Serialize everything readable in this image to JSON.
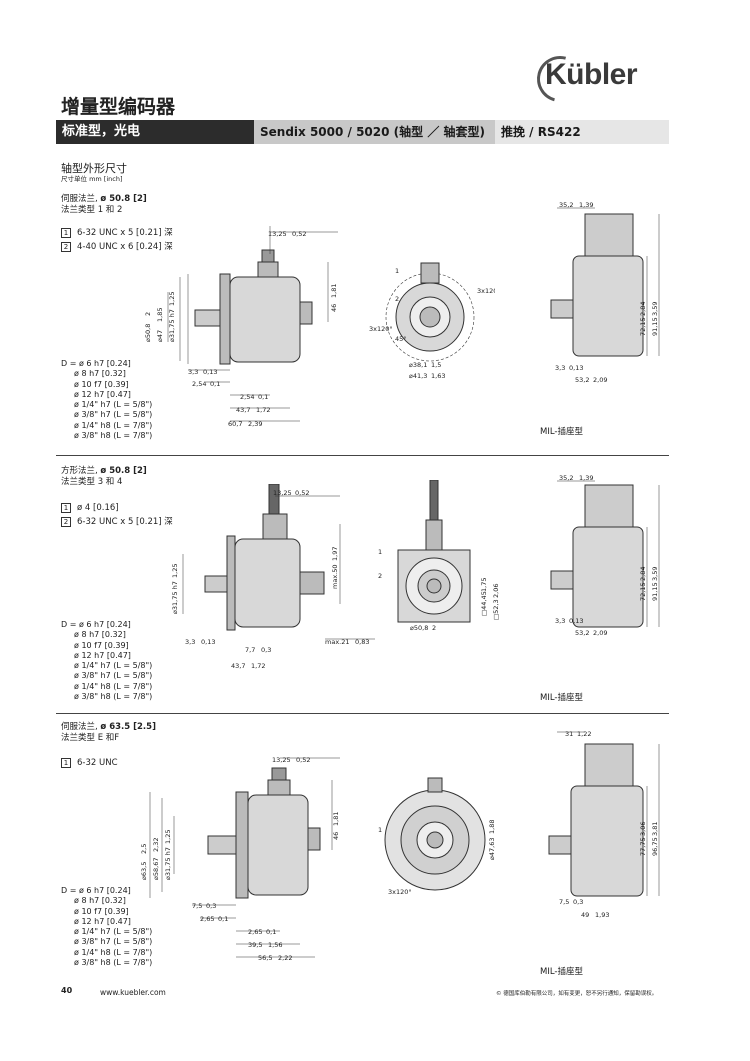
{
  "brand": {
    "logo": "Kübler"
  },
  "page_title": "增量型编码器",
  "header": {
    "cat": "标准型，光电",
    "model": "Sendix 5000 / 5020 (轴型 ／ 轴套型)",
    "output": "推挽 / RS422"
  },
  "intro": {
    "title": "轴型外形尺寸",
    "unit": "尺寸单位 mm [inch]"
  },
  "sections": [
    {
      "name_prefix": "伺服法兰,",
      "name_dim": "ø 50.8 [2]",
      "flange": "法兰类型 1 和 2",
      "notes": [
        {
          "num": "1",
          "text": "6-32 UNC x 5 [0.21] 深"
        },
        {
          "num": "2",
          "text": "4-40 UNC x 6 [0.24] 深"
        }
      ],
      "d_list": [
        "D = ø 6 h7 [0.24]",
        "ø 8 h7 [0.32]",
        "ø 10 f7 [0.39]",
        "ø 12 h7 [0.47]",
        "ø 1/4\" h7 (L = 5/8\")",
        "ø 3/8\" h7 (L = 5/8\")",
        "ø 1/4\" h8 (L = 7/8\")",
        "ø 3/8\" h8 (L = 7/8\")"
      ],
      "mil": "MIL-插座型",
      "dims": {
        "a": "13,25",
        "a_in": "0,52",
        "b": "46",
        "b_in": "1,81",
        "c": "3,3",
        "c_in": "0,13",
        "d": "2,54",
        "d_in": "0,1",
        "e": "2,54",
        "e_in": "0,1",
        "f": "43,7",
        "f_in": "1,72",
        "g": "60,7",
        "g_in": "2,39",
        "h": "⌀50,8",
        "h_in": "2",
        "i": "⌀47",
        "i_in": "1,85",
        "j": "⌀31,75 h7",
        "j_in": "1,25",
        "k": "⌀38,1",
        "k_in": "1,5",
        "l": "⌀41,3",
        "l_in": "1,63",
        "m": "35,2",
        "m_in": "1,39",
        "n": "72,15",
        "n_in": "2,84",
        "o": "91,15",
        "o_in": "3,59",
        "p": "3,3",
        "p_in": "0,13",
        "q": "53,2",
        "q_in": "2,09",
        "r": "3x120°",
        "s": "45°",
        "t": "3x120°"
      }
    },
    {
      "name_prefix": "方形法兰,",
      "name_dim": "ø 50.8 [2]",
      "flange": "法兰类型 3 和 4",
      "notes": [
        {
          "num": "1",
          "text": "ø 4 [0.16]"
        },
        {
          "num": "2",
          "text": "6-32 UNC x 5 [0.21] 深"
        }
      ],
      "d_list": [
        "D = ø 6 h7 [0.24]",
        "ø 8 h7 [0.32]",
        "ø 10 f7 [0.39]",
        "ø 12 h7 [0.47]",
        "ø 1/4\" h7 (L = 5/8\")",
        "ø 3/8\" h7 (L = 5/8\")",
        "ø 1/4\" h8 (L = 7/8\")",
        "ø 3/8\" h8 (L = 7/8\")"
      ],
      "mil": "MIL-插座型",
      "dims": {
        "a": "13,25",
        "a_in": "0,52",
        "b": "max.50",
        "b_in": "1,97",
        "c": "3,3",
        "c_in": "0,13",
        "d": "7,7",
        "d_in": "0,3",
        "e": "max.21",
        "e_in": "0,83",
        "f": "43,7",
        "f_in": "1,72",
        "g": "⌀31,75 h7",
        "g_in": "1,25",
        "h": "□44,45",
        "h_in": "1,75",
        "i": "□52,3",
        "i_in": "2,06",
        "j": "⌀50,8",
        "j_in": "2",
        "m": "35,2",
        "m_in": "1,39",
        "n": "72,15",
        "n_in": "2,84",
        "o": "91,15",
        "o_in": "3,59",
        "p": "3,3",
        "p_in": "0,13",
        "q": "53,2",
        "q_in": "2,09"
      }
    },
    {
      "name_prefix": "伺服法兰,",
      "name_dim": "ø 63.5 [2.5]",
      "flange": "法兰类型 E 和F",
      "notes": [
        {
          "num": "1",
          "text": "6-32 UNC"
        }
      ],
      "d_list": [
        "D = ø 6 h7 [0.24]",
        "ø 8 h7 [0.32]",
        "ø 10 f7 [0.39]",
        "ø 12 h7 [0.47]",
        "ø 1/4\" h7 (L = 5/8\")",
        "ø 3/8\" h7 (L = 5/8\")",
        "ø 1/4\" h8 (L = 7/8\")",
        "ø 3/8\" h8 (L = 7/8\")"
      ],
      "mil": "MIL-插座型",
      "dims": {
        "a": "13,25",
        "a_in": "0,52",
        "b": "46",
        "b_in": "1,81",
        "c": "7,5",
        "c_in": "0,3",
        "d": "2,65",
        "d_in": "0,1",
        "e": "2,65",
        "e_in": "0,1",
        "f": "39,5",
        "f_in": "1,56",
        "g": "56,5",
        "g_in": "2,22",
        "h": "⌀63,5",
        "h_in": "2,5",
        "i": "⌀58,67",
        "i_in": "2,32",
        "j": "⌀31,75 h7",
        "j_in": "1,25",
        "k": "⌀47,63",
        "k_in": "1,88",
        "m": "31",
        "m_in": "1,22",
        "n": "77,75",
        "n_in": "3,06",
        "o": "96,75",
        "o_in": "3,81",
        "p": "7,5",
        "p_in": "0,3",
        "q": "49",
        "q_in": "1,93",
        "r": "3x120°"
      }
    }
  ],
  "footer": {
    "page": "40",
    "url": "www.kuebler.com",
    "copyright": "© 德国库伯勒有限公司，如有变更，恕不另行通知，保留勘误权。"
  }
}
